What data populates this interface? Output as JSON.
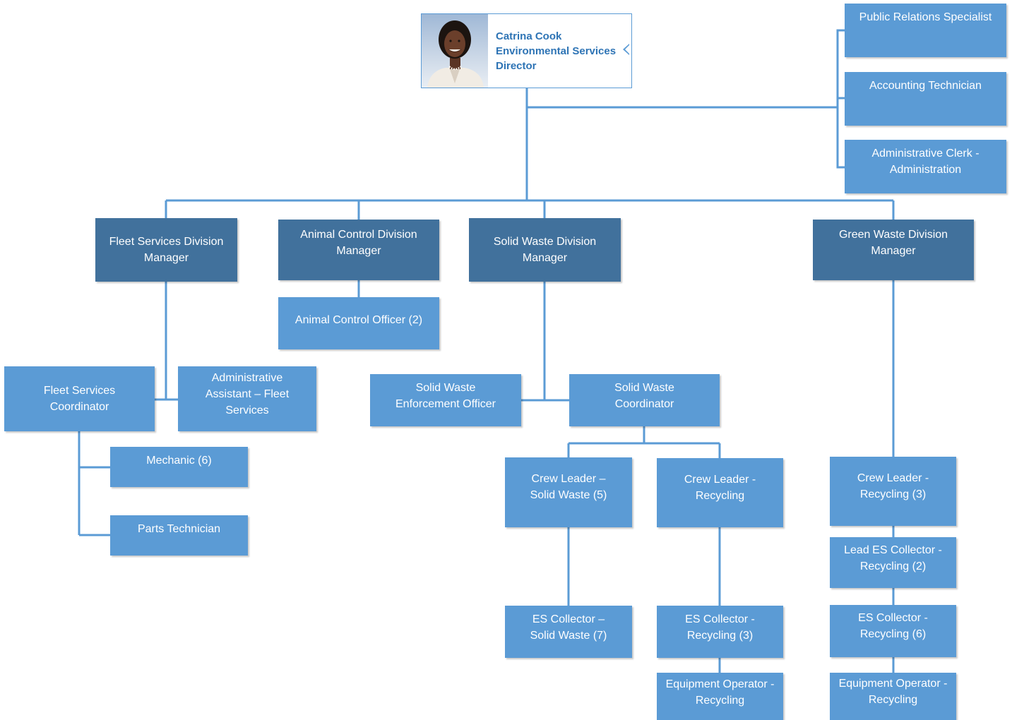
{
  "director": {
    "name": "Catrina Cook",
    "title_line1": "Environmental Services",
    "title_line2": "Director"
  },
  "staff": {
    "public_relations": "Public Relations Specialist",
    "accounting": "Accounting Technician",
    "admin_clerk": "Administrative Clerk -\nAdministration"
  },
  "managers": {
    "fleet": "Fleet Services Division\nManager",
    "animal": "Animal Control Division\nManager",
    "solid": "Solid Waste Division\nManager",
    "green": "Green Waste Division\nManager"
  },
  "fleet": {
    "coordinator": "Fleet Services\nCoordinator",
    "admin_assistant": "Administrative\nAssistant – Fleet\nServices",
    "mechanic": "Mechanic (6)",
    "parts": "Parts Technician"
  },
  "animal": {
    "officer": "Animal Control Officer (2)"
  },
  "solid": {
    "enforcement": "Solid Waste\nEnforcement Officer",
    "coordinator": "Solid Waste\nCoordinator",
    "crew_leader_sw": "Crew Leader –\nSolid Waste (5)",
    "crew_leader_rec": "Crew Leader -\nRecycling",
    "collector_sw": "ES Collector –\nSolid Waste (7)",
    "collector_rec": "ES Collector -\nRecycling (3)",
    "equipment_rec": "Equipment Operator -\nRecycling"
  },
  "green": {
    "crew_leader": "Crew Leader -\nRecycling (3)",
    "lead_collector": "Lead ES Collector -\nRecycling (2)",
    "collector": "ES Collector -\nRecycling (6)",
    "equipment": "Equipment Operator -\nRecycling"
  },
  "colors": {
    "light_box": "#5b9bd5",
    "dark_box": "#41719c",
    "connector": "#5b9bd5",
    "director_text": "#2e74b5"
  }
}
